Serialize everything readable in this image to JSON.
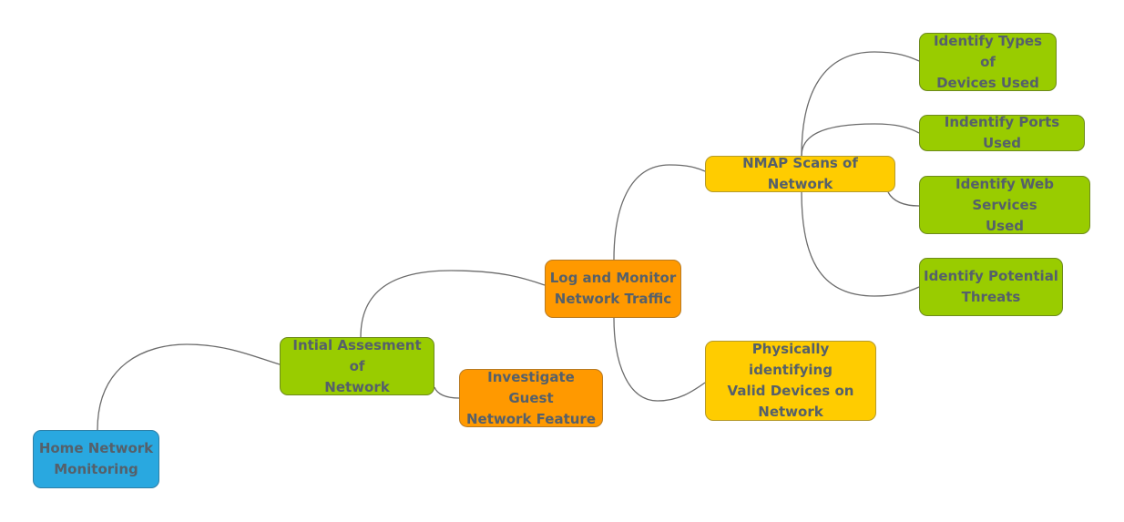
{
  "diagram": {
    "colors": {
      "root": "#29a8e0",
      "green": "#99cc00",
      "orange": "#ff9900",
      "yellow": "#ffcc00",
      "text": "#55606a",
      "connector": "#6b6b6b"
    },
    "nodes": {
      "home": {
        "line1": "Home Network",
        "line2": "Monitoring"
      },
      "initial": {
        "line1": "Intial Assesment of",
        "line2": "Network"
      },
      "guest": {
        "line1": "Investigate Guest",
        "line2": "Network Feature"
      },
      "log": {
        "line1": "Log and Monitor",
        "line2": "Network Traffic"
      },
      "nmap": {
        "line1": "NMAP Scans of Network"
      },
      "physical": {
        "line1": "Physically identifying",
        "line2": "Valid Devices on",
        "line3": "Network"
      },
      "device_types": {
        "line1": "Identify Types of",
        "line2": "Devices Used"
      },
      "ports": {
        "line1": "Indentify Ports Used"
      },
      "web_services": {
        "line1": "Identify Web Services",
        "line2": "Used"
      },
      "threats": {
        "line1": "Identify Potential",
        "line2": "Threats"
      }
    }
  }
}
